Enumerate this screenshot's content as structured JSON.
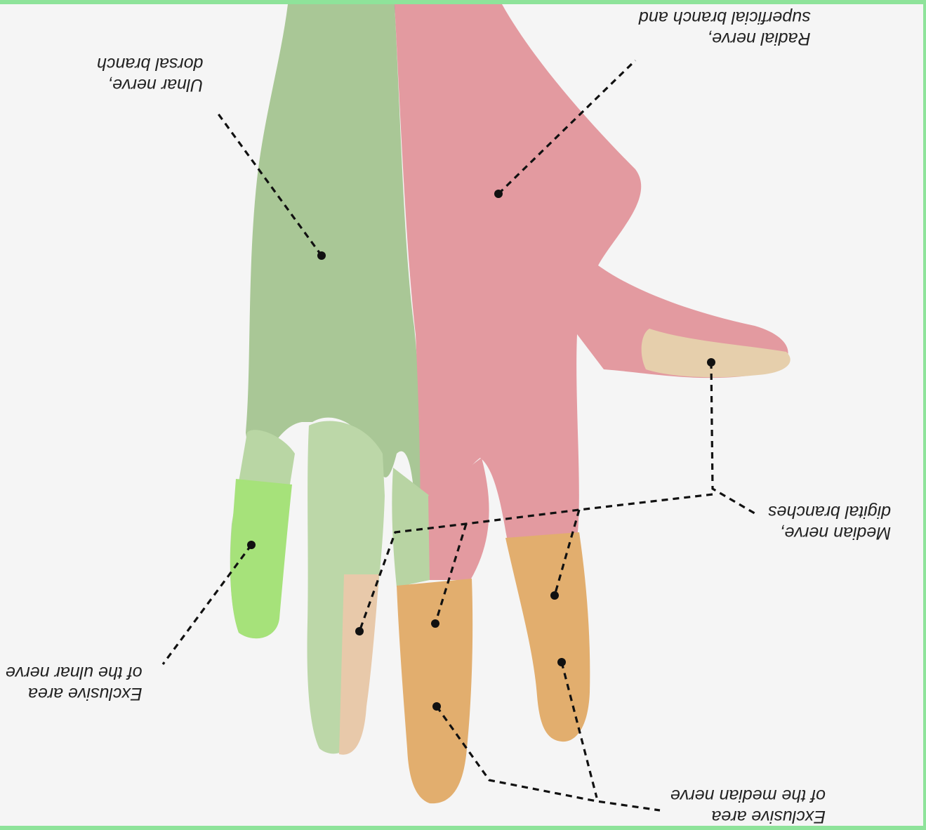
{
  "labels": {
    "radial": {
      "line1": "Radial nerve,",
      "line2": "superficial branch and"
    },
    "ulnar_dorsal": {
      "line1": "Ulnar nerve,",
      "line2": "dorsal branch"
    },
    "median_digital": {
      "line1": "Median nerve,",
      "line2": "digital branches"
    },
    "ulnar_exclusive": {
      "line1": "Exclusive area",
      "line2": "of the ulnar nerve"
    },
    "median_exclusive": {
      "line1": "Exclusive area",
      "line2": "of the median nerve"
    }
  },
  "colors": {
    "ulnar_region": "#a9c796",
    "ulnar_exclusive": "#a6e27a",
    "radial_region": "#e39aa0",
    "median_region": "#e2ae6e",
    "median_light": "#e8c9aa",
    "frame": "#8ee39a",
    "background": "#f5f5f5"
  }
}
